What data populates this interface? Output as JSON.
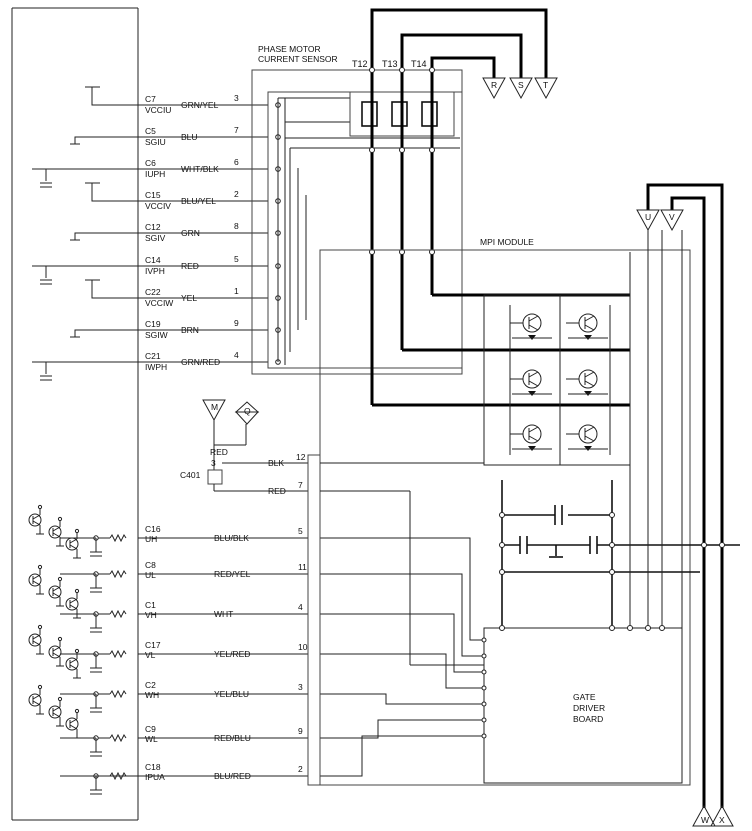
{
  "labels": {
    "sensor_title_1": "PHASE MOTOR",
    "sensor_title_2": "CURRENT SENSOR",
    "mpi_module": "MPI MODULE",
    "gate_1": "GATE",
    "gate_2": "DRIVER",
    "gate_3": "BOARD",
    "connector": "C401",
    "red": "RED",
    "pin3": "3",
    "t12": "T12",
    "t13": "T13",
    "t14": "T14"
  },
  "sensor_wires": [
    {
      "pin": "C7",
      "signal": "VCCIU",
      "color": "GRN/YEL",
      "num": "3"
    },
    {
      "pin": "C5",
      "signal": "SGIU",
      "color": "BLU",
      "num": "7"
    },
    {
      "pin": "C6",
      "signal": "IUPH",
      "color": "WHT/BLK",
      "num": "6"
    },
    {
      "pin": "C15",
      "signal": "VCCIV",
      "color": "BLU/YEL",
      "num": "2"
    },
    {
      "pin": "C12",
      "signal": "SGIV",
      "color": "GRN",
      "num": "8"
    },
    {
      "pin": "C14",
      "signal": "IVPH",
      "color": "RED",
      "num": "5"
    },
    {
      "pin": "C22",
      "signal": "VCCIW",
      "color": "YEL",
      "num": "1"
    },
    {
      "pin": "C19",
      "signal": "SGIW",
      "color": "BRN",
      "num": "9"
    },
    {
      "pin": "C21",
      "signal": "IWPH",
      "color": "GRN/RED",
      "num": "4"
    }
  ],
  "gate_wires": [
    {
      "pin": "C16",
      "signal": "UH",
      "color": "BLU/BLK",
      "num": "5"
    },
    {
      "pin": "C8",
      "signal": "UL",
      "color": "RED/YEL",
      "num": "11"
    },
    {
      "pin": "C1",
      "signal": "VH",
      "color": "WHT",
      "num": "4"
    },
    {
      "pin": "C17",
      "signal": "VL",
      "color": "YEL/RED",
      "num": "10"
    },
    {
      "pin": "C2",
      "signal": "WH",
      "color": "YEL/BLU",
      "num": "3"
    },
    {
      "pin": "C9",
      "signal": "WL",
      "color": "RED/BLU",
      "num": "9"
    },
    {
      "pin": "C18",
      "signal": "IPUA",
      "color": "BLU/RED",
      "num": "2"
    }
  ],
  "connector_wires": [
    {
      "color": "BLK",
      "num": "12"
    },
    {
      "color": "RED",
      "num": "7"
    }
  ],
  "terminals": {
    "R": "R",
    "S": "S",
    "T": "T",
    "U": "U",
    "V": "V",
    "M": "M",
    "Q": "Q",
    "W": "W",
    "X": "X"
  }
}
